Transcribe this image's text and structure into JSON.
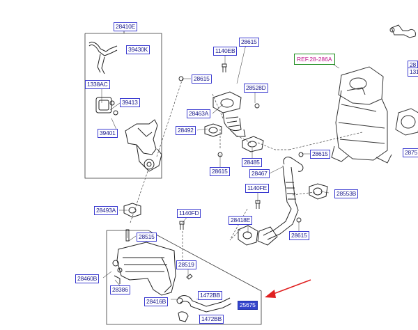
{
  "labels": {
    "p28410E": "28410E",
    "p39430K": "39430K",
    "p1338AC": "1338AC",
    "p39413": "39413",
    "p39401": "39401",
    "p28615a": "28615",
    "p1140EB": "1140EB",
    "p28615b": "28615",
    "p28528D": "28528D",
    "p28463A": "28463A",
    "p28492": "28492",
    "p28615c": "28615",
    "p28485": "28485",
    "p28615d": "28615",
    "p28467": "28467",
    "p1140FE": "1140FE",
    "p28553B": "28553B",
    "p28493A": "28493A",
    "p1140FD": "1140FD",
    "p28418E": "28418E",
    "p28615e": "28615",
    "p28515": "28515",
    "p28519": "28519",
    "p28460B": "28460B",
    "p28386": "28386",
    "p28416B": "28416B",
    "p1472Ba": "1472BB",
    "p25675": "25675",
    "p1472Bb": "1472BB",
    "p28b": "28",
    "p131": "131",
    "p2875": "2875"
  },
  "ref_label": "REF.28-286A",
  "colors": {
    "label_border": "#3a3ad0",
    "label_text": "#1a1a8c",
    "highlight_fill": "#3344cc",
    "ref_text": "#c0148c",
    "ref_border": "#1a8a1a",
    "arrow": "#e02020"
  }
}
